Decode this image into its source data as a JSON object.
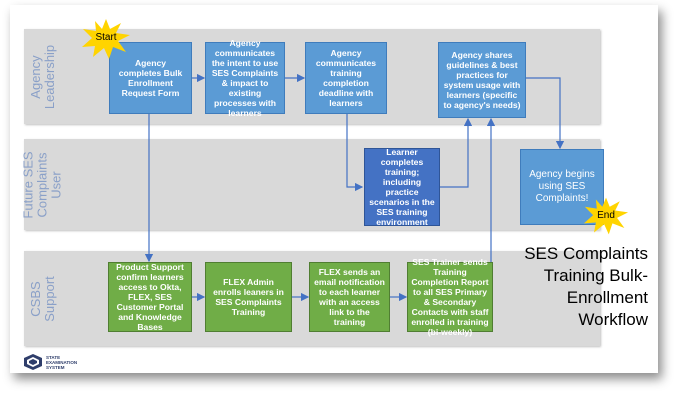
{
  "lanes": {
    "agency": "Agency\nLeadership",
    "user": "Future SES\nComplaints\nUser",
    "csbs": "CSBS\nSupport"
  },
  "boxes": {
    "b1": "Agency completes Bulk Enrollment Request Form",
    "b2": "Agency communicates the intent to use SES Complaints & impact to existing processes with learners",
    "b3": "Agency communicates training completion deadline with learners",
    "b4": "Agency shares guidelines & best practices for system usage with learners (specific to agency's needs)",
    "b5": "Learner completes training; including practice scenarios in the SES training environment",
    "b6": "Agency begins using SES Complaints!",
    "b7": "Product Support confirm learners access to Okta, FLEX, SES Customer Portal and Knowledge Bases",
    "b8": "FLEX Admin enrolls leaners in SES Complaints Training",
    "b9": "FLEX sends an email notification to each learner with an access link to the training",
    "b10": "SES Trainer sends Training Completion Report to all SES Primary & Secondary Contacts with staff enrolled in training (bi-weekly)"
  },
  "badges": {
    "start": "Start",
    "end": "End"
  },
  "title": "SES Complaints Training Bulk-Enrollment Workflow",
  "logo": {
    "line1": "STATE",
    "line2": "EXAMINATION",
    "line3": "SYSTEM"
  },
  "colors": {
    "blue": "#5b9bd5",
    "green": "#70ad47",
    "navy": "#4472c4",
    "lane": "#d9d9d9",
    "star": "#ffd400"
  }
}
